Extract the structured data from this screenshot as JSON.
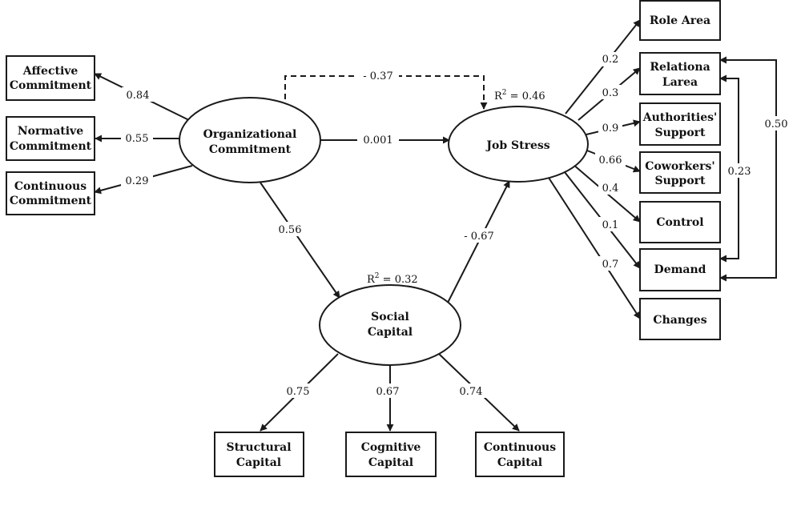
{
  "nodes": {
    "affective": [
      "Affective",
      "Commitment"
    ],
    "normative": [
      "Normative",
      "Commitment"
    ],
    "continuous_commitment": [
      "Continuous",
      "Commitment"
    ],
    "org_commitment": [
      "Organizational",
      "Commitment"
    ],
    "job_stress": [
      "Job Stress"
    ],
    "social_capital": [
      "Social",
      "Capital"
    ],
    "role_area": [
      "Role Area"
    ],
    "relational_area": [
      "Relationa",
      "Larea"
    ],
    "authorities_support": [
      "Authorities'",
      "Support"
    ],
    "coworkers_support": [
      "Coworkers'",
      "Support"
    ],
    "control": [
      "Control"
    ],
    "demand": [
      "Demand"
    ],
    "changes": [
      "Changes"
    ],
    "structural_capital": [
      "Structural",
      "Capital"
    ],
    "cognitive_capital": [
      "Cognitive",
      "Capital"
    ],
    "continuous_capital": [
      "Continuous",
      "Capital"
    ]
  },
  "r_squared": {
    "job_stress": {
      "prefix": "R",
      "sup": "2",
      "value": " = 0.46"
    },
    "social_capital": {
      "prefix": "R",
      "sup": "2",
      "value": " = 0.32"
    }
  },
  "edges": {
    "oc_affective": "0.84",
    "oc_normative": "0.55",
    "oc_continuous": "0.29",
    "oc_js_dashed": "- 0.37",
    "oc_js": "0.001",
    "oc_sc": "0.56",
    "sc_js": "- 0.67",
    "js_role": "0.2",
    "js_relational": "0.3",
    "js_authorities": "0.9",
    "js_coworkers": "0.66",
    "js_control": "0.4",
    "js_demand": "0.1",
    "js_changes": "0.7",
    "relational_demand_outer": "0.50",
    "relational_demand_inner": "0.23",
    "sc_structural": "0.75",
    "sc_cognitive": "0.67",
    "sc_continuous": "0.74"
  }
}
